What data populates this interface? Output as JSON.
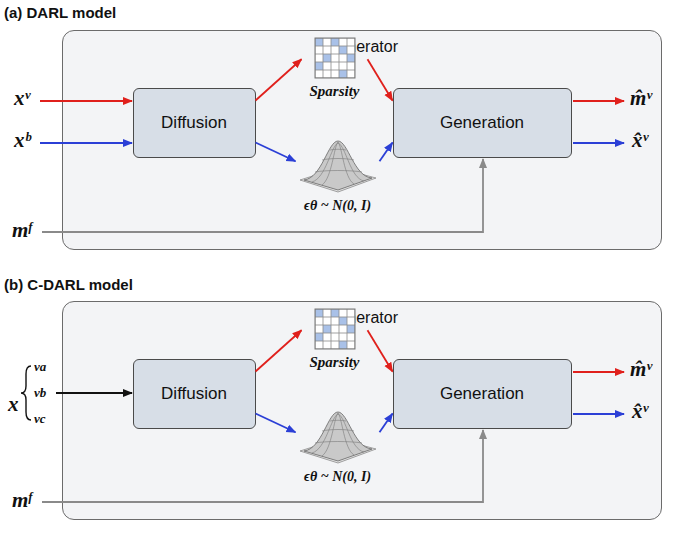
{
  "diagram": {
    "nodes": [
      {
        "text": [
          "Generator"
        ]
      },
      {
        "text": [
          "Diffusion"
        ],
        "in": 0
      },
      {
        "text": [
          "Sparsity"
        ],
        "in": 0
      },
      {
        "text": [
          "ϵθ ~ N(0, I)"
        ],
        "in": 0
      },
      {
        "text": [
          "Generation"
        ],
        "in": 0
      },
      {
        "text": [
          "Generator"
        ]
      },
      {
        "text": [
          "Diffusion"
        ],
        "in": 5
      },
      {
        "text": [
          "Sparsity"
        ],
        "in": 5
      },
      {
        "text": [
          "ϵθ ~ N(0, I)"
        ],
        "in": 5
      },
      {
        "text": [
          "Generation"
        ],
        "in": 5
      }
    ],
    "edges": [
      {
        "from": 1,
        "to": 2,
        "arrow": "to"
      },
      {
        "from": 2,
        "to": 4,
        "arrow": "to"
      },
      {
        "from": 1,
        "to": 3,
        "arrow": "to"
      },
      {
        "from": 3,
        "to": 4,
        "arrow": "to"
      },
      {
        "from": 6,
        "to": 7,
        "arrow": "to"
      },
      {
        "from": 7,
        "to": 9,
        "arrow": "to"
      },
      {
        "from": 6,
        "to": 8,
        "arrow": "to"
      },
      {
        "from": 8,
        "to": 9,
        "arrow": "to"
      }
    ],
    "labels": [
      "(a) DARL model",
      "xᵛ",
      "xᵇ",
      "mᶠ",
      "m̂ᵛ",
      "x̂ᵛ",
      "(b) C-DARL model",
      "x",
      "va",
      "vb",
      "vc",
      "mᶠ",
      "m̂ᵛ",
      "x̂ᵛ"
    ]
  }
}
